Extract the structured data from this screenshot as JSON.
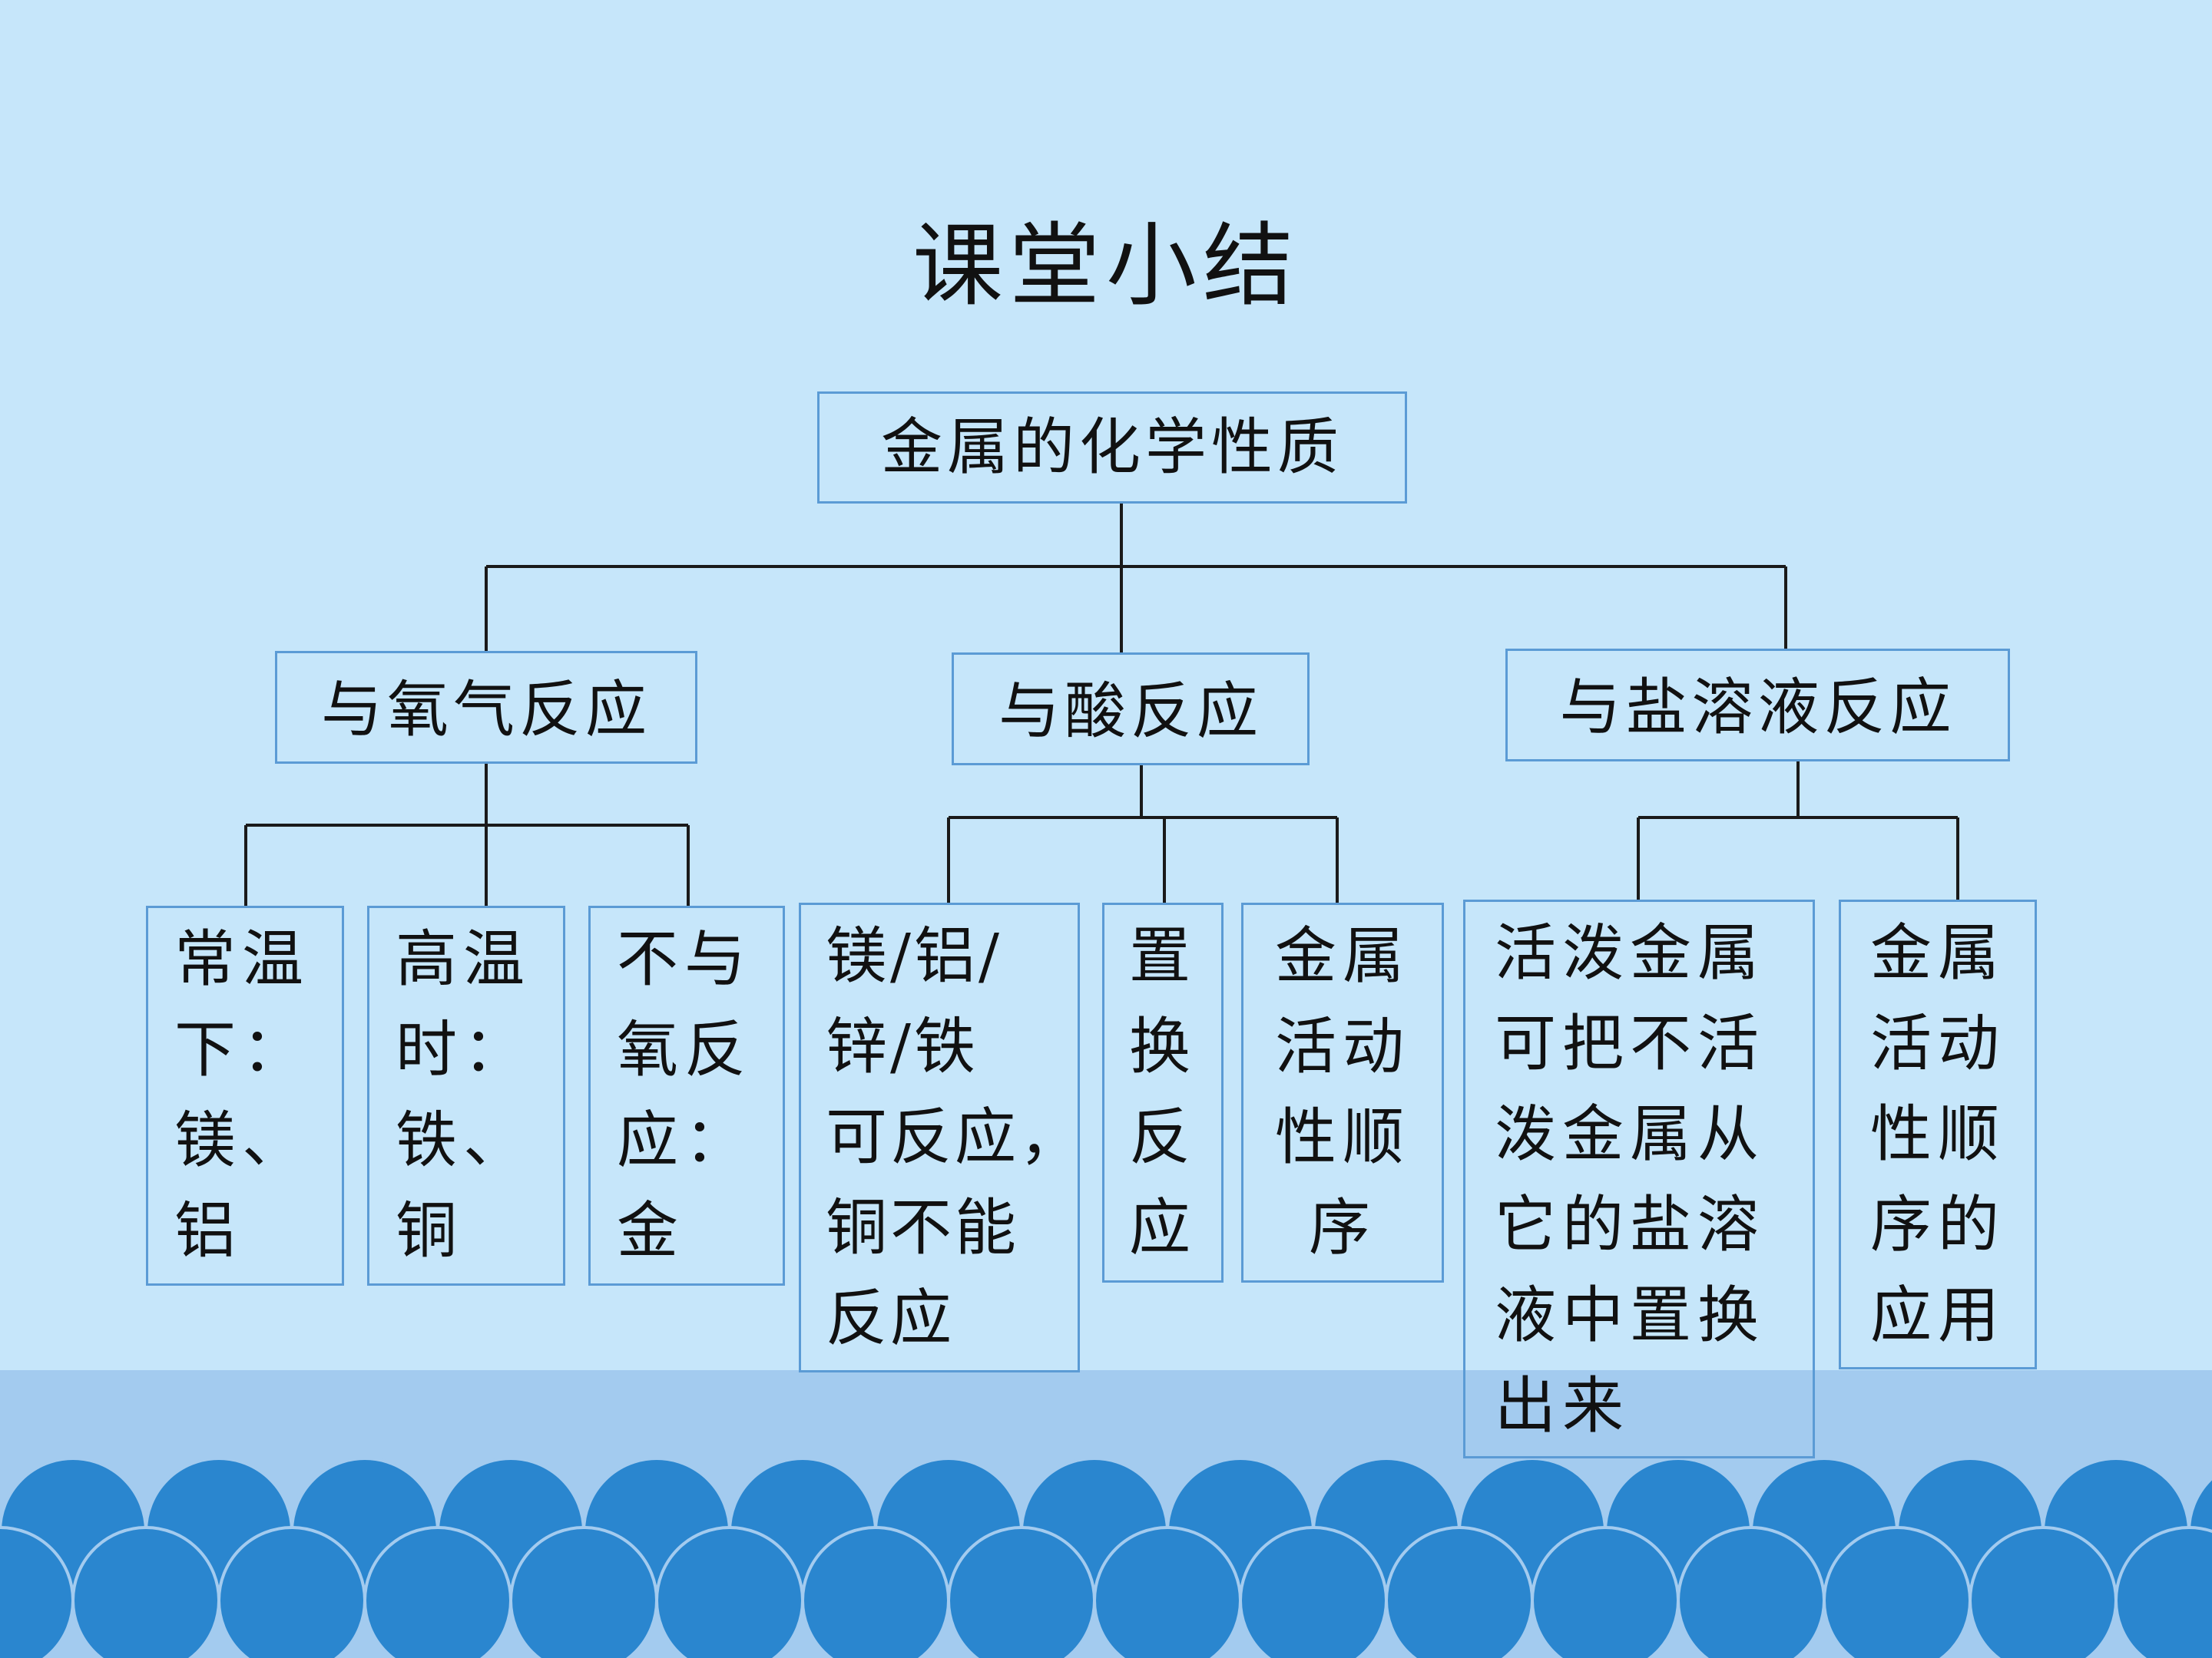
{
  "title": "课堂小结",
  "root": "金属的化学性质",
  "branches": {
    "oxygen": {
      "label": "与氧气反应",
      "items": [
        "常温\n下：\n镁、\n铝",
        "高温\n时：\n铁、\n铜",
        "不与\n氧反\n应：\n金"
      ]
    },
    "acid": {
      "label": "与酸反应",
      "items": [
        "镁/铝/\n锌/铁\n可反应，\n铜不能\n反应",
        "置\n换\n反\n应",
        "金属\n活动\n性顺\n序"
      ]
    },
    "salt": {
      "label": "与盐溶液反应",
      "items": [
        "活泼金属\n可把不活\n泼金属从\n它的盐溶\n液中置换\n出来",
        "金属\n活动\n性顺\n序的\n应用"
      ]
    }
  },
  "colors": {
    "background": "#c6e6fa",
    "box_border": "#5b9bd5",
    "connector": "#1a1a1a",
    "band": "#a3cbef",
    "wave": "#2a86cf"
  }
}
